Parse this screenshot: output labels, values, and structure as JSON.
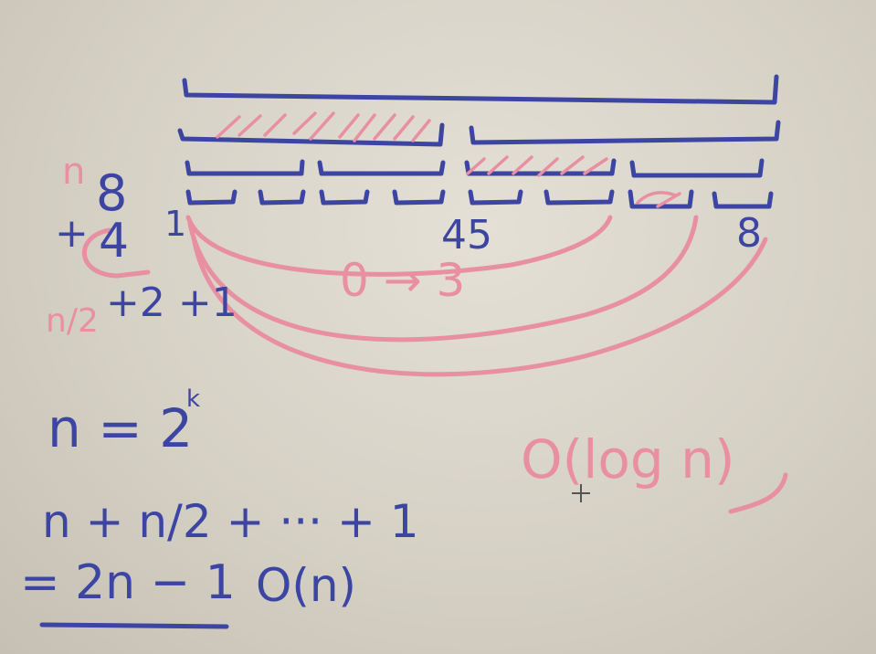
{
  "annotations": {
    "leaf_label_mid": "45",
    "leaf_label_right": "8",
    "series_start": "8",
    "series_four": "4",
    "series_rest": "+2 +1",
    "plus_sign": "+",
    "first_marker": "1",
    "n_label": "n",
    "n_half_label": "n/2",
    "range_label": "0 → 3",
    "n_equals": "n = 2",
    "exponent": "k",
    "sum_line": "n + n/2 + ··· + 1",
    "equals_2n_minus_1": "= 2n − 1",
    "big_o_n": "O(n)",
    "big_o_log_n": "O(log n)"
  },
  "colors": {
    "blue_ink": "#3d45a3",
    "pink_ink": "#e88fa2",
    "board": "#d8d3c8"
  },
  "icons": [
    "crosshair-cursor-icon"
  ]
}
